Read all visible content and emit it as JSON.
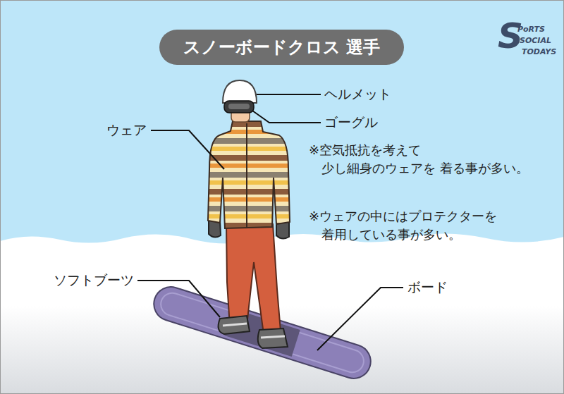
{
  "diagram": {
    "title": "スノーボードクロス 選手",
    "labels": [
      "ヘルメット",
      "ゴーグル",
      "ウェア",
      "※空気抵抗を考えて 少し細身のウェアを 着る事が多い。",
      "※ウェアの中にはプロテクターを 着用している事が多い。",
      "ソフトブーツ",
      "ボード",
      "S",
      "PoRTS",
      "SOCIAL",
      "TODAYS"
    ]
  }
}
